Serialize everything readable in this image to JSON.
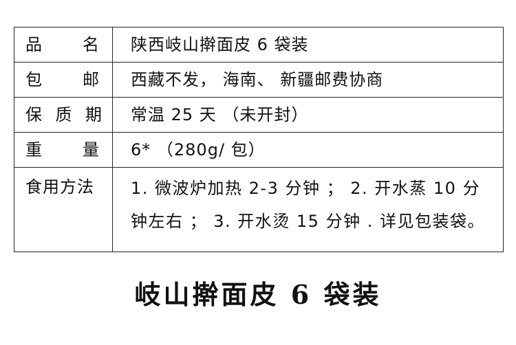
{
  "table": {
    "rows": [
      {
        "label_chars": [
          "品",
          "名"
        ],
        "value": "陕西岐山擀面皮 6 袋装"
      },
      {
        "label_chars": [
          "包",
          "邮"
        ],
        "value": "西藏不发， 海南、 新疆邮费协商"
      },
      {
        "label_chars": [
          "保",
          "质",
          "期"
        ],
        "value": "常温 25 天 （未开封）"
      },
      {
        "label_chars": [
          "重",
          "量"
        ],
        "value": "6* （280g/ 包）"
      },
      {
        "label": "食用方法",
        "value": "1. 微波炉加热 2-3 分钟 ； 2. 开水蒸 10 分钟左右 ； 3. 开水烫 15 分钟 . 详见包装袋。"
      }
    ]
  },
  "footer": {
    "title": "岐山擀面皮 6 袋装"
  }
}
